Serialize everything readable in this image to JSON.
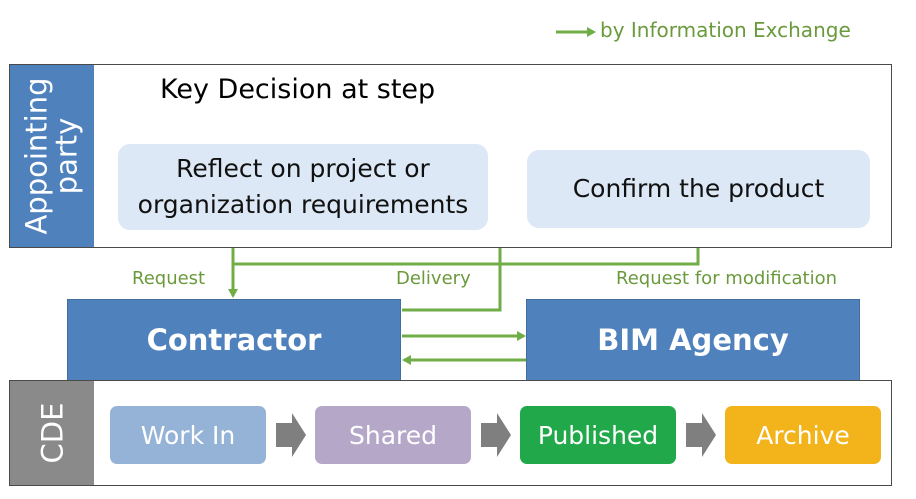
{
  "legend": {
    "label": "by Information Exchange"
  },
  "lanes": {
    "appointing_party": "Appointing party",
    "cde": "CDE"
  },
  "key_decision": "Key Decision at step",
  "reflect_box": {
    "line1": "Reflect on project or",
    "line2": "organization requirements"
  },
  "confirm_box": "Confirm the product",
  "flow_labels": {
    "request": "Request",
    "delivery": "Delivery",
    "request_modification": "Request for modification"
  },
  "actors": {
    "contractor": "Contractor",
    "bim_agency": "BIM Agency"
  },
  "cde_stages": [
    {
      "label": "Work In",
      "color": "#95b3d7"
    },
    {
      "label": "Shared",
      "color": "#b4a7c7"
    },
    {
      "label": "Published",
      "color": "#20a84a"
    },
    {
      "label": "Archive",
      "color": "#f2b31b"
    }
  ],
  "colors": {
    "exchange_arrow": "#70ad47",
    "lane_label": "#4f81bd",
    "decision_arrow": "#4472c4",
    "stage_arrow": "#7f7f7f"
  }
}
